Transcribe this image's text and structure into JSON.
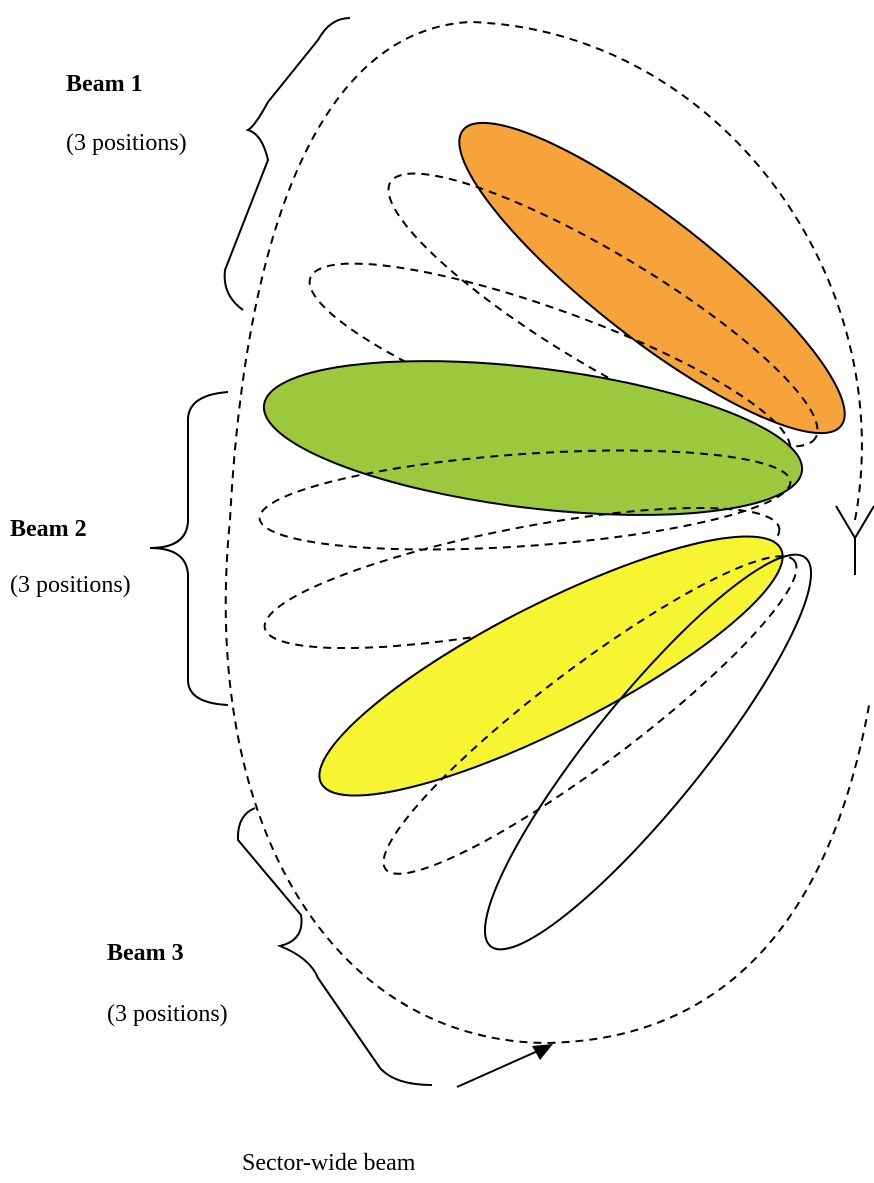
{
  "beams": [
    {
      "title": "Beam 1",
      "positions_label": "(3 positions)"
    },
    {
      "title": "Beam 2",
      "positions_label": "(3 positions)"
    },
    {
      "title": "Beam 3",
      "positions_label": "(3 positions)"
    }
  ],
  "caption": "Sector-wide beam",
  "colors": {
    "beam1_active": "#f6a33b",
    "beam2_active": "#9bc83c",
    "beam3_active": "#f7f432",
    "outline": "#000000"
  },
  "icons": [
    "antenna-icon",
    "arrow-icon"
  ]
}
